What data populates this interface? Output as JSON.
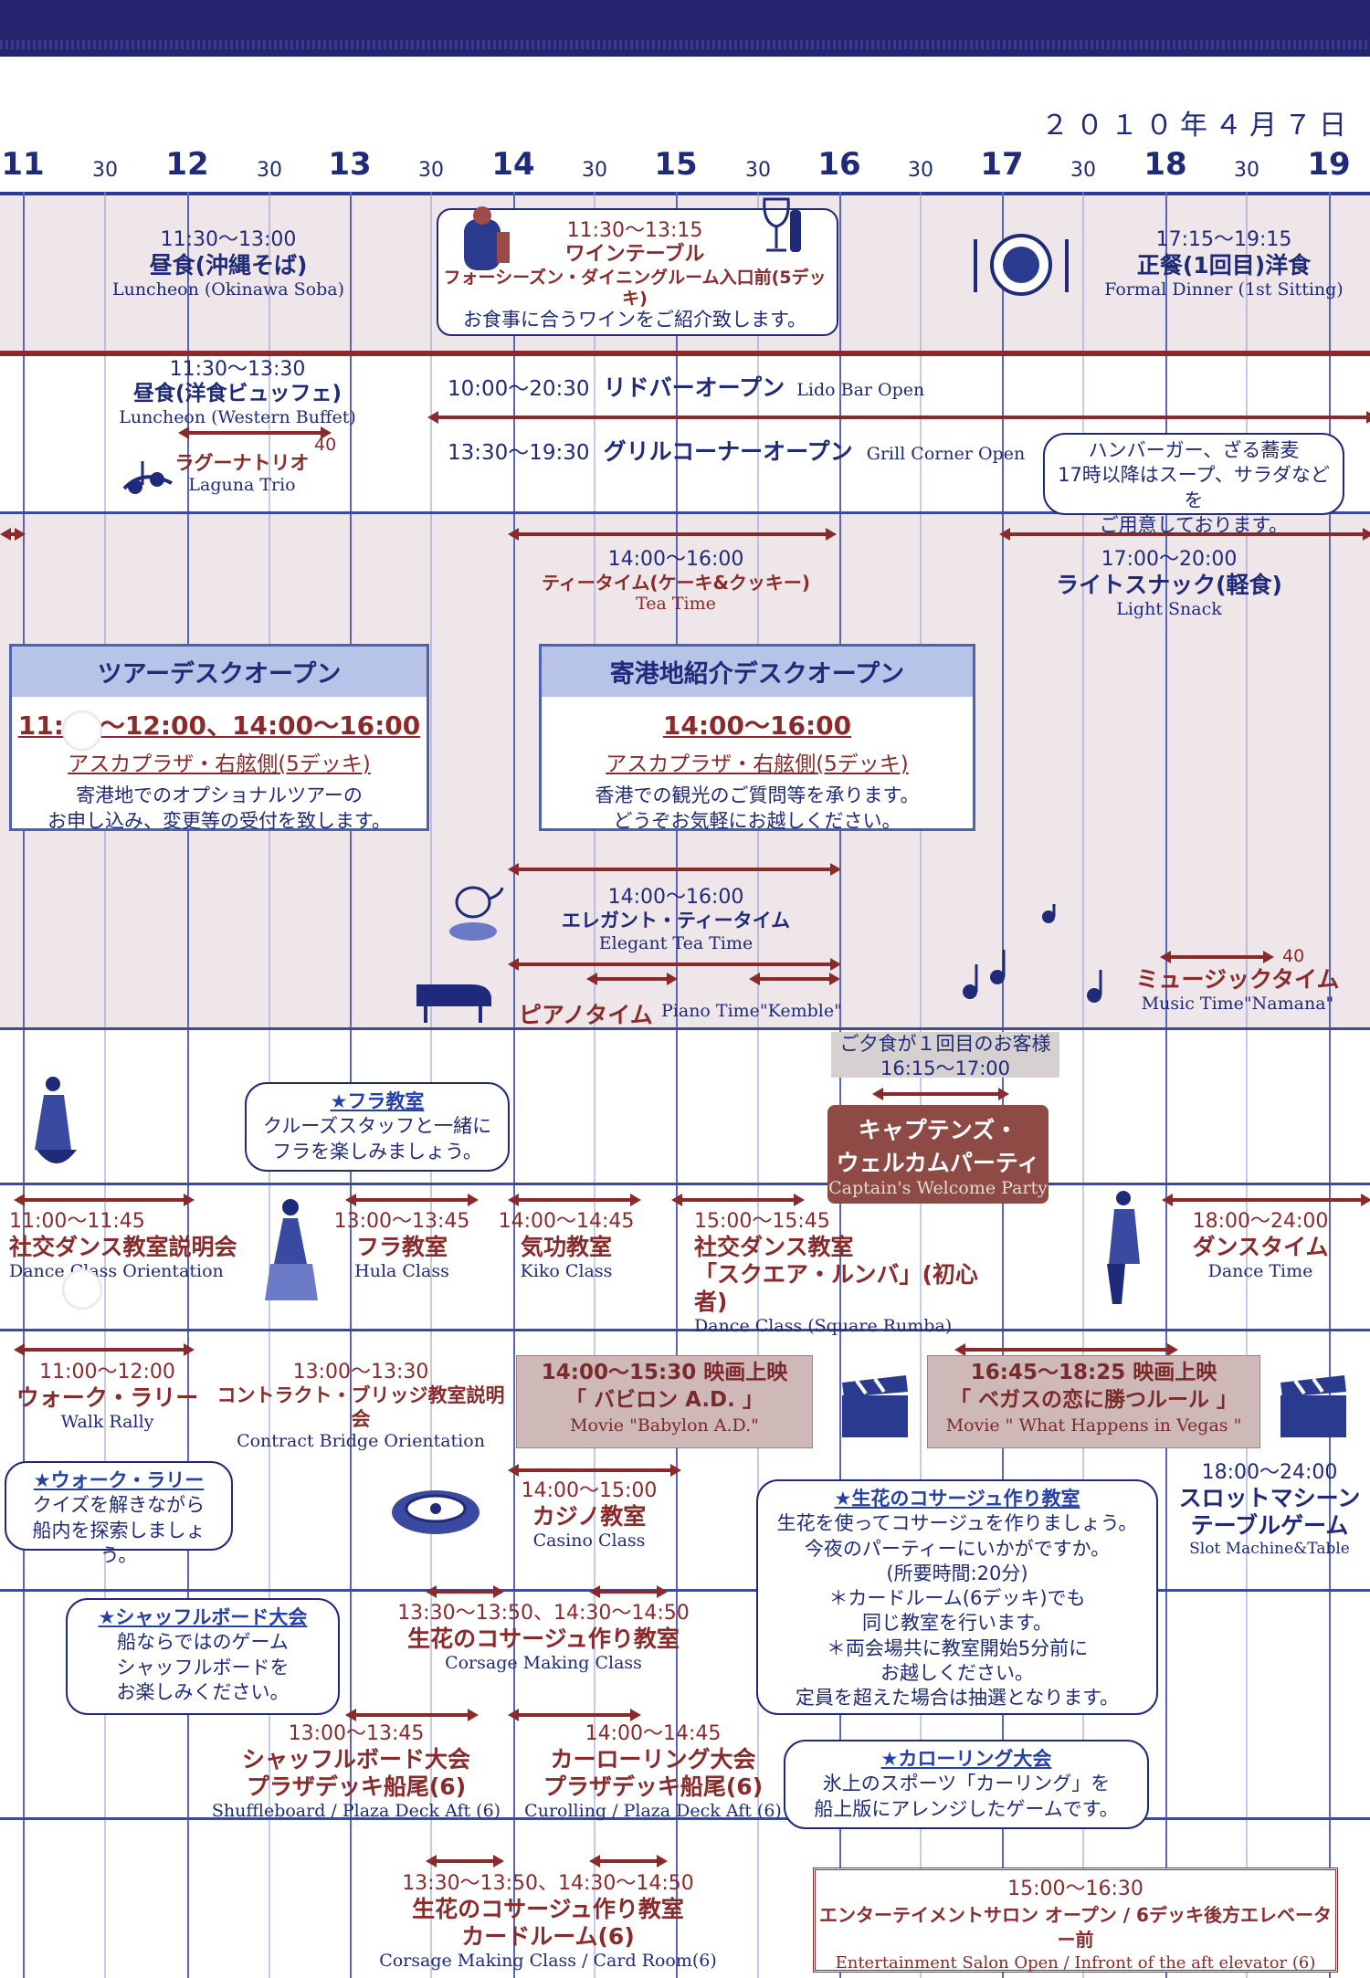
{
  "date": "２０１０年４月７日",
  "timeline": {
    "hours": [
      "11",
      "12",
      "13",
      "14",
      "15",
      "16",
      "17",
      "18",
      "19"
    ],
    "half": "30"
  },
  "meals": {
    "lunch1": {
      "time": "11:30〜13:00",
      "jp": "昼食(沖縄そば)",
      "en": "Luncheon (Okinawa Soba)"
    },
    "wine": {
      "time": "11:30〜13:15",
      "title": "ワインテーブル",
      "place": "フォーシーズン・ダイニングルーム入口前(5デッキ)",
      "desc": "お食事に合うワインをご紹介致します。"
    },
    "dinner": {
      "time": "17:15〜19:15",
      "jp": "正餐(1回目)洋食",
      "en": "Formal Dinner (1st Sitting)"
    },
    "lunch2": {
      "time": "11:30〜13:30",
      "jp": "昼食(洋食ビュッフェ)",
      "en": "Luncheon (Western Buffet)"
    },
    "laguna": {
      "jp": "ラグーナトリオ",
      "en": "Laguna Trio",
      "mins": "40"
    },
    "lido": {
      "time": "10:00〜20:30",
      "jp": "リドバーオープン",
      "en": "Lido Bar Open"
    },
    "grill": {
      "time": "13:30〜19:30",
      "jp": "グリルコーナーオープン",
      "en": "Grill Corner Open"
    },
    "grill_note": [
      "ハンバーガー、ざる蕎麦",
      "17時以降はスープ、サラダなどを",
      "ご用意しております。"
    ]
  },
  "tea": {
    "teatime": {
      "time": "14:00〜16:00",
      "jp": "ティータイム(ケーキ&クッキー)",
      "en": "Tea Time"
    },
    "snack": {
      "time": "17:00〜20:00",
      "jp": "ライトスナック(軽食)",
      "en": "Light Snack"
    }
  },
  "desks": {
    "tour": {
      "title": "ツアーデスクオープン",
      "time": "11:00〜12:00、14:00〜16:00",
      "place": "アスカプラザ・右舷側(5デッキ)",
      "desc1": "寄港地でのオプショナルツアーの",
      "desc2": "お申し込み、変更等の受付を致します。"
    },
    "port": {
      "title": "寄港地紹介デスクオープン",
      "time": "14:00〜16:00",
      "place": "アスカプラザ・右舷側(5デッキ)",
      "desc1": "香港での観光のご質問等を承ります。",
      "desc2": "どうぞお気軽にお越しください。"
    }
  },
  "elegant": {
    "tea": {
      "time": "14:00〜16:00",
      "jp": "エレガント・ティータイム",
      "en": "Elegant Tea Time"
    },
    "piano": {
      "jp": "ピアノタイム",
      "en": "Piano Time\"Kemble\""
    },
    "music": {
      "jp": "ミュージックタイム",
      "en": "Music Time\"Namana\"",
      "mins": "40"
    }
  },
  "activities": {
    "dinner_note": {
      "l1": "ご夕食が１回目のお客様",
      "l2": "16:15〜17:00"
    },
    "captain": {
      "l1": "キャプテンズ・",
      "l2": "ウェルカムパーティ",
      "en": "Captain's Welcome Party"
    },
    "hula_note": {
      "title": "★フラ教室",
      "l1": "クルーズスタッフと一緒に",
      "l2": "フラを楽しみましょう。"
    },
    "dance_orient": {
      "time": "11:00〜11:45",
      "jp": "社交ダンス教室説明会",
      "en": "Dance Class Orientation"
    },
    "hula": {
      "time": "13:00〜13:45",
      "jp": "フラ教室",
      "en": "Hula Class"
    },
    "kiko": {
      "time": "14:00〜14:45",
      "jp": "気功教室",
      "en": "Kiko Class"
    },
    "dance": {
      "time": "15:00〜15:45",
      "jp1": "社交ダンス教室",
      "jp2": "「スクエア・ルンバ」(初心者)",
      "en": "Dance Class (Square Rumba)"
    },
    "dancetime": {
      "time": "18:00〜24:00",
      "jp": "ダンスタイム",
      "en": "Dance Time"
    },
    "walk": {
      "time": "11:00〜12:00",
      "jp": "ウォーク・ラリー",
      "en": "Walk Rally"
    },
    "bridge": {
      "time": "13:00〜13:30",
      "jp": "コントラクト・ブリッジ教室説明会",
      "en": "Contract Bridge Orientation"
    },
    "movie1": {
      "l1": "14:00〜15:30 映画上映",
      "l2": "「 バビロン A.D. 」",
      "en": "Movie \"Babylon A.D.\""
    },
    "movie2": {
      "l1": "16:45〜18:25 映画上映",
      "l2": "「 ベガスの恋に勝つルール 」",
      "en": "Movie \" What Happens in Vegas \""
    },
    "walk_note": {
      "title": "★ウォーク・ラリー",
      "l1": "クイズを解きながら",
      "l2": "船内を探索しましょう。"
    },
    "casino": {
      "time": "14:00〜15:00",
      "jp": "カジノ教室",
      "en": "Casino Class"
    },
    "slot": {
      "time": "18:00〜24:00",
      "jp1": "スロットマシーン",
      "jp2": "テーブルゲーム",
      "en": "Slot Machine&Table"
    },
    "corsage_note": {
      "title": "★生花のコサージュ作り教室",
      "lines": [
        "生花を使ってコサージュを作りましょう。",
        "今夜のパーティーにいかがですか。",
        "(所要時間:20分)",
        "＊カードルーム(6デッキ)でも",
        "同じ教室を行います。",
        "＊両会場共に教室開始5分前に",
        "お越しください。",
        "定員を超えた場合は抽選となります。"
      ]
    },
    "shuffle_note": {
      "title": "★シャッフルボード大会",
      "l1": "船ならではのゲーム",
      "l2": "シャッフルボードを",
      "l3": "お楽しみください。"
    },
    "corsage1": {
      "time": "13:30〜13:50、14:30〜14:50",
      "jp": "生花のコサージュ作り教室",
      "en": "Corsage Making Class"
    },
    "shuffle": {
      "time": "13:00〜13:45",
      "jp1": "シャッフルボード大会",
      "jp2": "プラザデッキ船尾(6)",
      "en": "Shuffleboard / Plaza Deck Aft (6)"
    },
    "curling": {
      "time": "14:00〜14:45",
      "jp1": "カーローリング大会",
      "jp2": "プラザデッキ船尾(6)",
      "en": "Curolling / Plaza Deck Aft (6)"
    },
    "curling_note": {
      "title": "★カローリング大会",
      "l1": "氷上のスポーツ「カーリング」を",
      "l2": "船上版にアレンジしたゲームです。"
    },
    "corsage2": {
      "time": "13:30〜13:50、14:30〜14:50",
      "jp1": "生花のコサージュ作り教室",
      "jp2": "カードルーム(6)",
      "en": "Corsage Making Class / Card Room(6)"
    },
    "salon": {
      "time": "15:00〜16:30",
      "jp": "エンターテイメントサロン オープン / 6デッキ後方エレベーター前",
      "en": "Entertainment Salon Open / Infront of the aft elevator (6)"
    }
  },
  "colors": {
    "navy": "#1f2a7a",
    "maroon": "#8a2a2a",
    "shade": "#efe6ea"
  }
}
